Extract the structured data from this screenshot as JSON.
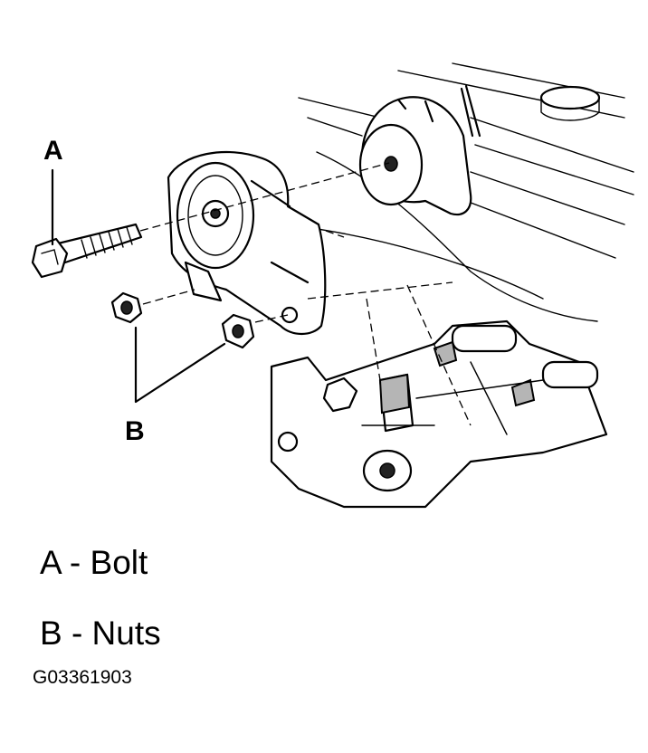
{
  "diagram": {
    "callouts": {
      "a": "A",
      "b": "B"
    },
    "legend": [
      {
        "key": "A",
        "text": "A - Bolt"
      },
      {
        "key": "B",
        "text": "B - Nuts"
      }
    ],
    "figure_id": "G03361903"
  }
}
